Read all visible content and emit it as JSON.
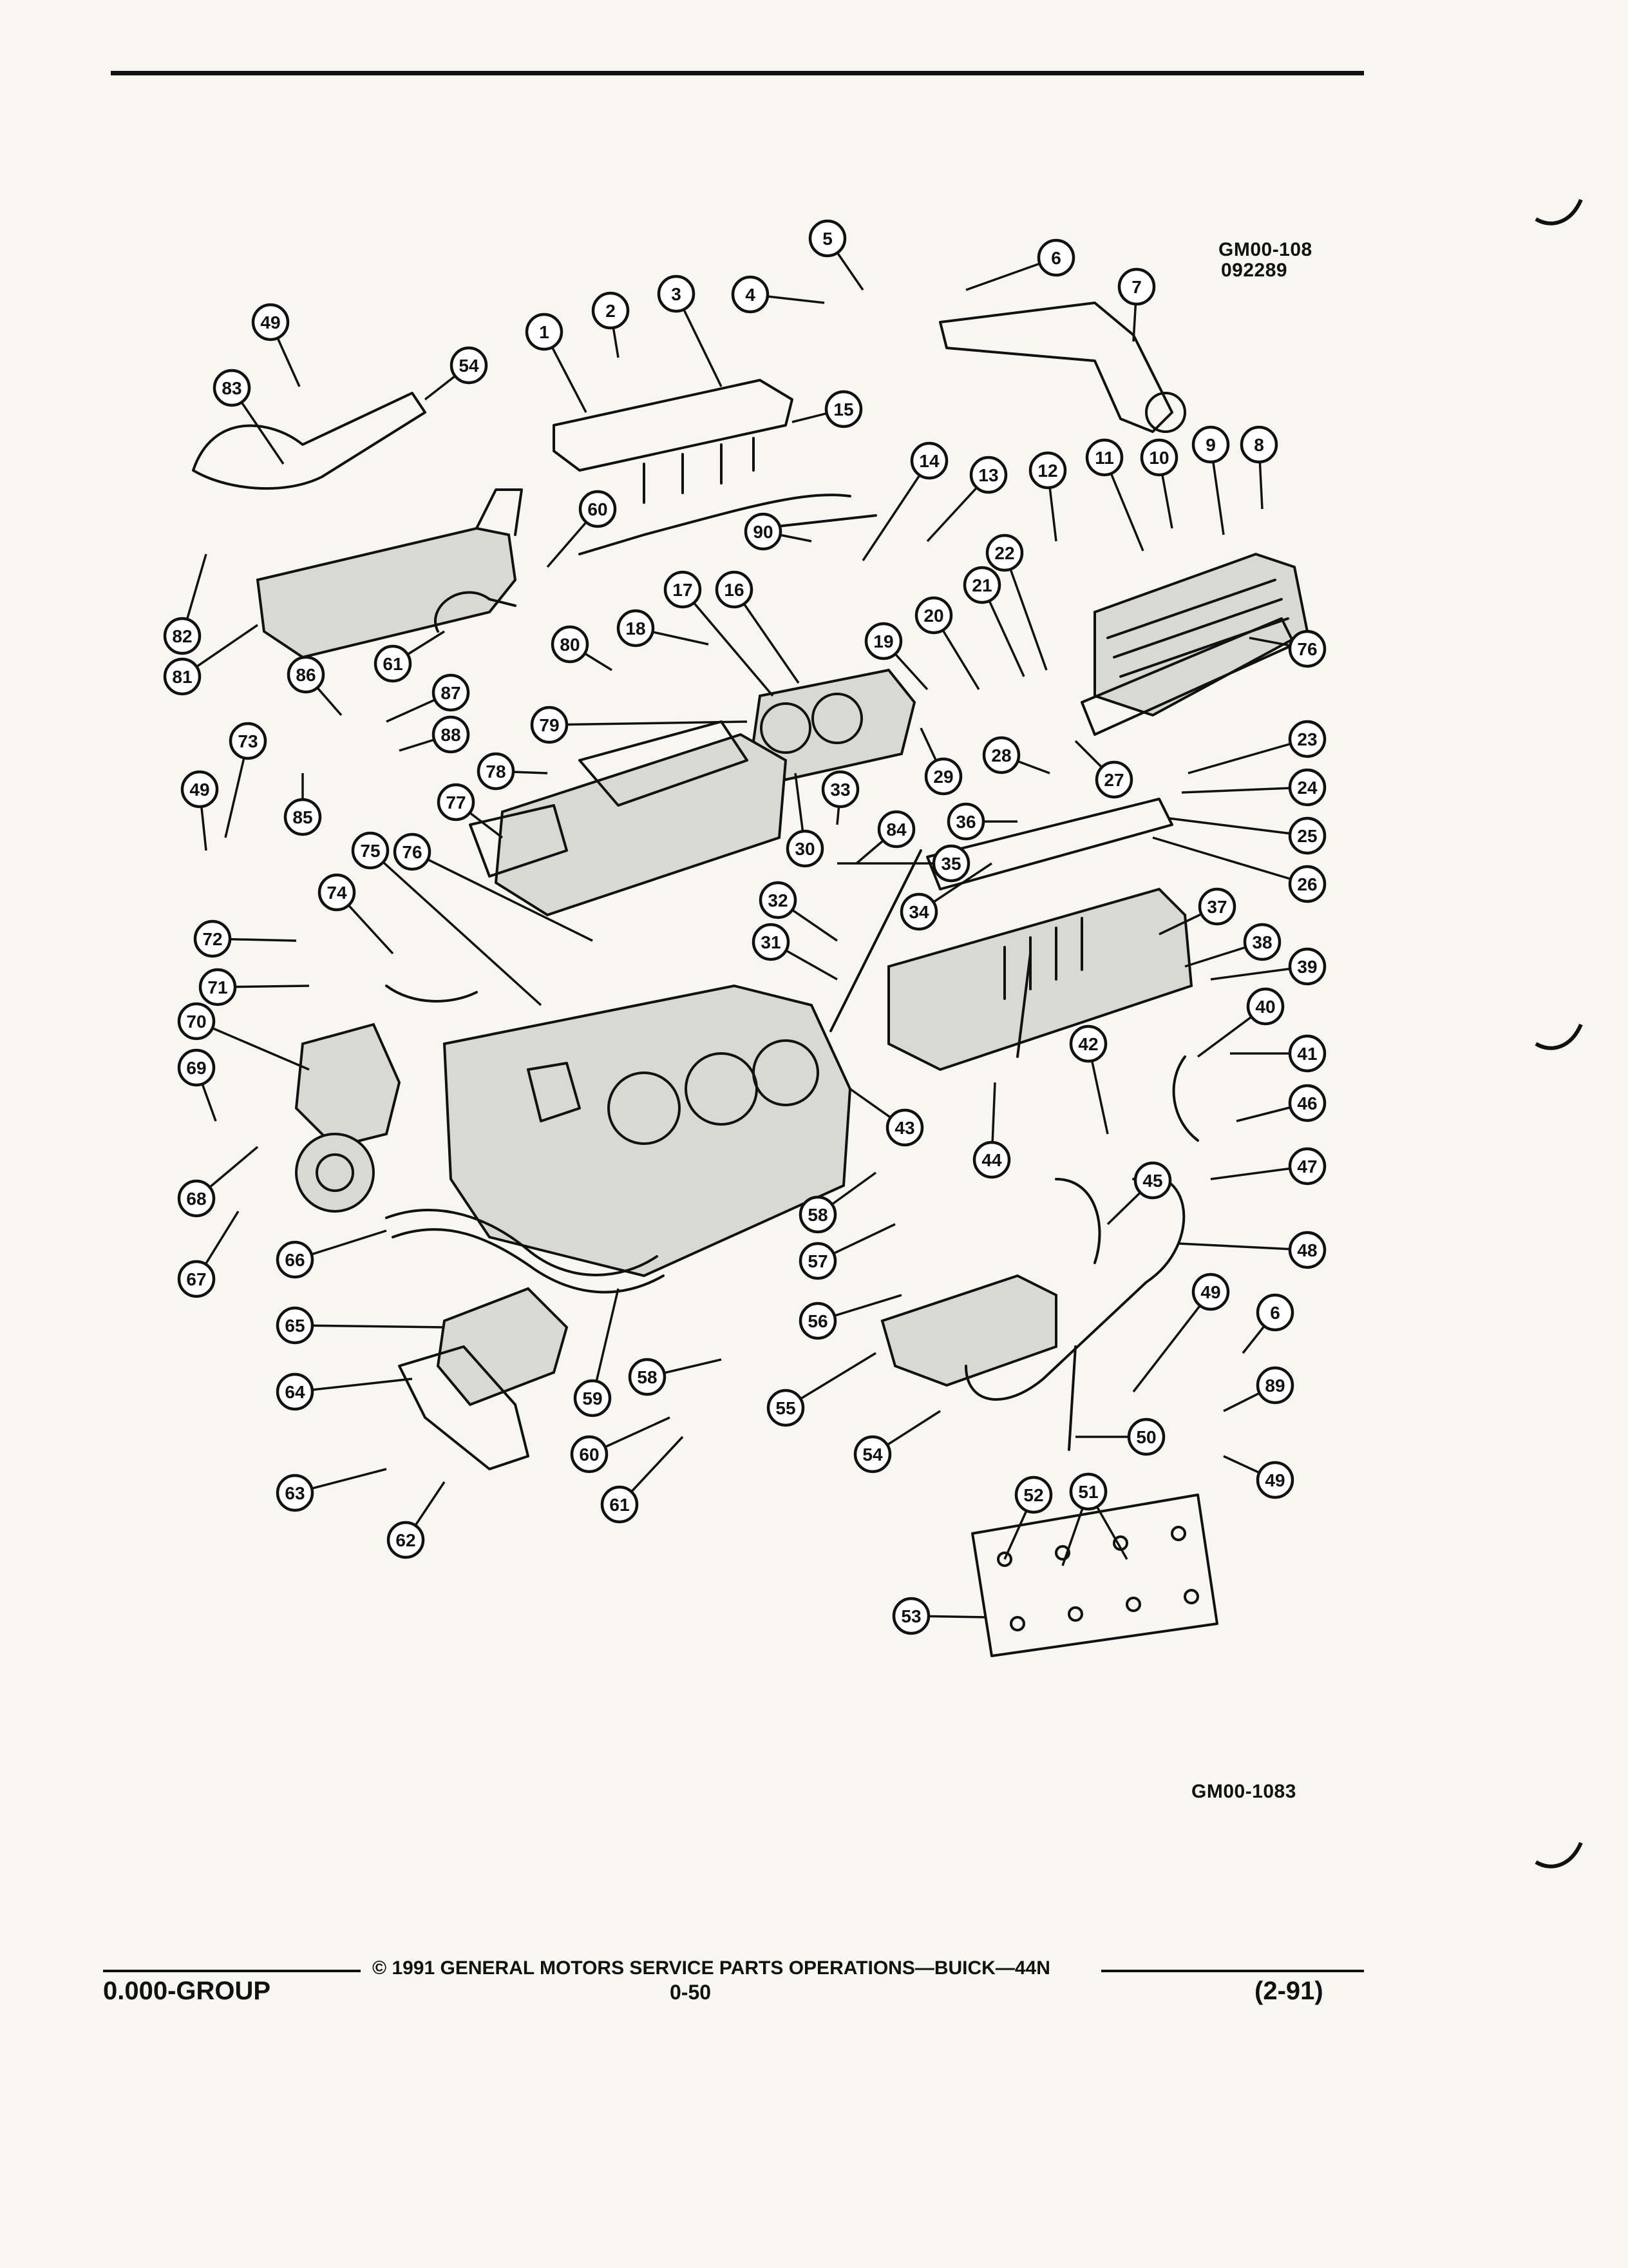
{
  "header": {
    "figure_id_top": "GM00-108",
    "figure_date_code": "092289"
  },
  "diagram": {
    "title": "",
    "callouts": [
      "1",
      "2",
      "3",
      "4",
      "5",
      "6",
      "7",
      "8",
      "9",
      "10",
      "11",
      "12",
      "13",
      "14",
      "15",
      "16",
      "17",
      "18",
      "19",
      "20",
      "21",
      "22",
      "23",
      "24",
      "25",
      "26",
      "27",
      "28",
      "29",
      "30",
      "31",
      "32",
      "33",
      "34",
      "35",
      "36",
      "37",
      "38",
      "39",
      "40",
      "41",
      "42",
      "43",
      "44",
      "45",
      "46",
      "47",
      "48",
      "49",
      "50",
      "51",
      "52",
      "53",
      "54",
      "55",
      "56",
      "57",
      "58",
      "59",
      "60",
      "61",
      "62",
      "63",
      "64",
      "65",
      "66",
      "67",
      "68",
      "69",
      "70",
      "71",
      "72",
      "73",
      "74",
      "75",
      "76",
      "77",
      "78",
      "79",
      "80",
      "81",
      "82",
      "83",
      "84",
      "85",
      "86",
      "87",
      "88",
      "89",
      "90"
    ]
  },
  "figure_id_bottom": "GM00-1083",
  "footer": {
    "copyright": "© 1991 GENERAL MOTORS SERVICE PARTS OPERATIONS—BUICK—44N",
    "group": "0.000-GROUP",
    "page_number": "0-50",
    "revision_date": "(2-91)"
  }
}
